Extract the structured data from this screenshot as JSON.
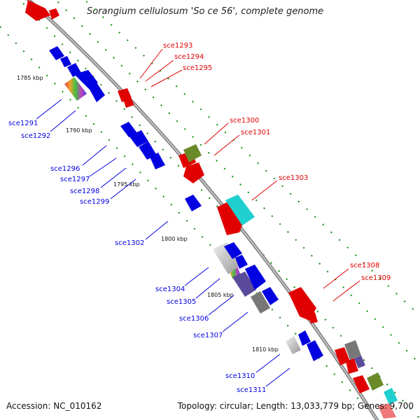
{
  "title": "Sorangium cellulosum 'So ce 56', complete genome",
  "footer": {
    "accession": "Accession: NC_010162",
    "summary": "Topology: circular; Length: 13,033,779 bp; Genes: 9,700"
  },
  "colors": {
    "forward_strand": "#e00000",
    "reverse_strand": "#0000e0",
    "backbone": "#888888",
    "ticks": "#118811",
    "olive": "#6a8a2a",
    "cyan": "#20d0d0",
    "grey": "#999999",
    "purple": "#5a4a9a"
  },
  "kbp_labels": [
    "1785 kbp",
    "1790 kbp",
    "1795 kbp",
    "1800 kbp",
    "1805 kbp",
    "1810 kbp"
  ],
  "gene_labels_forward": [
    "sce1293",
    "sce1294",
    "sce1295",
    "sce1300",
    "sce1301",
    "sce1303",
    "sce1308",
    "sce1309"
  ],
  "gene_labels_reverse": [
    "sce1291",
    "sce1292",
    "sce1296",
    "sce1297",
    "sce1298",
    "sce1299",
    "sce1302",
    "sce1304",
    "sce1305",
    "sce1306",
    "sce1307",
    "sce1310",
    "sce1311"
  ]
}
